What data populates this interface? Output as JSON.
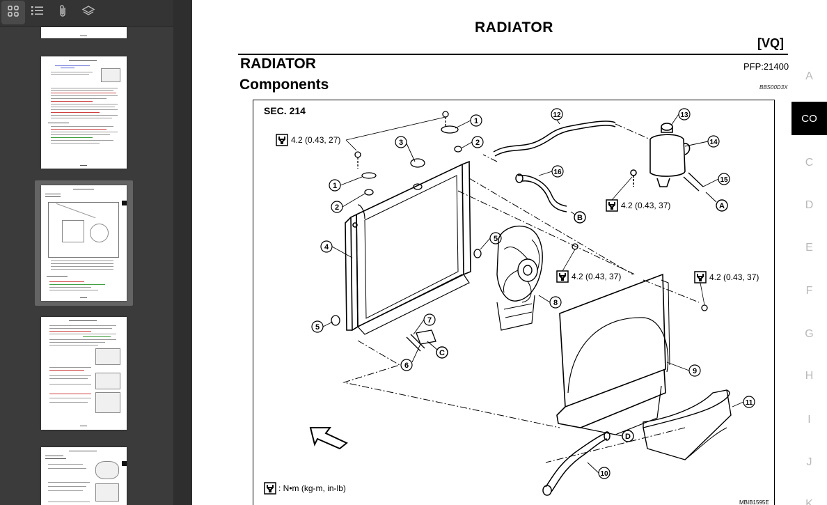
{
  "toolbar": {
    "buttons": [
      {
        "name": "thumbnails",
        "icon": "grid-icon",
        "active": true
      },
      {
        "name": "outline",
        "icon": "list-icon",
        "active": false
      },
      {
        "name": "attachments",
        "icon": "paperclip-icon",
        "active": false
      },
      {
        "name": "layers",
        "icon": "layers-icon",
        "active": false
      }
    ]
  },
  "document": {
    "header": "RADIATOR",
    "engine_tag": "[VQ]",
    "section_title": "RADIATOR",
    "pfp_code": "PFP:21400",
    "subsection_title": "Components",
    "doc_code": "BBS00D3X"
  },
  "diagram": {
    "sec_label": "SEC. 214",
    "torque_values": [
      "4.2 (0.43, 27)",
      "4.2 (0.43, 37)",
      "4.2 (0.43, 37)",
      "4.2 (0.43, 37)"
    ],
    "callouts": [
      "1",
      "1",
      "2",
      "2",
      "3",
      "4",
      "5",
      "5",
      "6",
      "7",
      "8",
      "9",
      "10",
      "11",
      "12",
      "13",
      "14",
      "15",
      "16"
    ],
    "connectors": [
      "A",
      "B",
      "C",
      "D"
    ],
    "legend_text": ": N•m (kg-m, in-lb)",
    "figure_code": "MBIB1595E"
  },
  "index_nav": {
    "items": [
      "A",
      "CO",
      "C",
      "D",
      "E",
      "F",
      "G",
      "H",
      "I",
      "J",
      "K"
    ],
    "active": "CO"
  },
  "colors": {
    "sidebar_bg": "#3b3b3b",
    "active_index_bg": "#000000",
    "inactive_index_text": "#b8b8b8"
  }
}
